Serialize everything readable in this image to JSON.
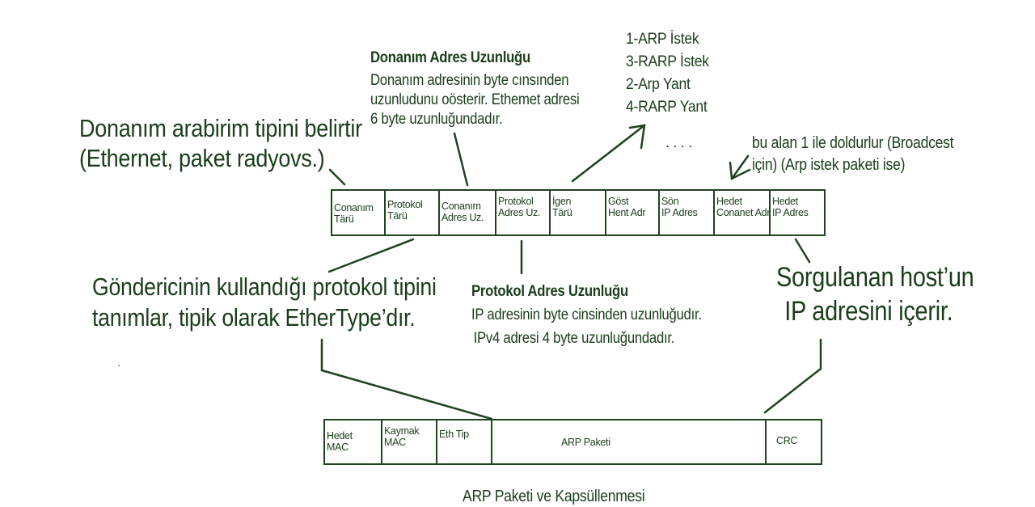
{
  "colors": {
    "ink": "#1f431f",
    "background": "#ffffff"
  },
  "annotations": {
    "hardware_type": {
      "line1": "Donanım arabirim tipini belirtir",
      "line2": "(Ethernet, paket radyovs.)"
    },
    "hardware_addr_len": {
      "title": "Donanım Adres Uzunluğu",
      "line1": "Donanım adresinin byte cınsınden",
      "line2": "uzunludunu oösterir. Ethemet adresi",
      "line3": "6 byte uzunluğundadır."
    },
    "opcodes": [
      "1-ARP İstek",
      "3-RARP İstek",
      "2-Arp Yant",
      "4-RARP Yant"
    ],
    "ellipsis": ". . . .",
    "target_hw": {
      "line1": "bu alan 1 ile doldurlur (Broadcest",
      "line2": "için) (Arp istek paketi ise)"
    },
    "protocol_type": {
      "line1": "Göndericinin kullandığı protokol tipini",
      "line2": "tanımlar, tipik olarak EtherType’dır."
    },
    "protocol_addr_len": {
      "title": "Protokol Adres Uzunluğu",
      "line1": "IP adresinin byte cinsinden uzunluğudır.",
      "line2": "IPv4 adresi 4 byte uzunluğundadır."
    },
    "target_ip": {
      "line1": "Sorgulanan host’un",
      "line2": "IP adresini içerir."
    },
    "stray_dot": "."
  },
  "arp_fields": [
    {
      "line1": "Conanım",
      "line2": "Tärü"
    },
    {
      "line1": "Protokol",
      "line2": "Tärü"
    },
    {
      "line1": "Conanım",
      "line2": "Adres Uz."
    },
    {
      "line1": "Protokol",
      "line2": "Adres Uz."
    },
    {
      "line1": "İgen",
      "line2": "Tärü"
    },
    {
      "line1": "Göst",
      "line2": "Hent  Adr"
    },
    {
      "line1": "Sön",
      "line2": "IP Adres"
    },
    {
      "line1": "Hedet",
      "line2": "Conanet Adr"
    },
    {
      "line1": "Hedet",
      "line2": "IP Adres"
    }
  ],
  "frame_fields": [
    {
      "line1": "Hedet",
      "line2": "MAC"
    },
    {
      "line1": "Kaymak",
      "line2": "MAC"
    },
    {
      "line1": "Eth Tip",
      "line2": ""
    },
    {
      "line1": "ARP Paketi",
      "line2": ""
    },
    {
      "line1": "CRC",
      "line2": ""
    }
  ],
  "caption": "ARP Paketi ve Kapsüllenmesi"
}
